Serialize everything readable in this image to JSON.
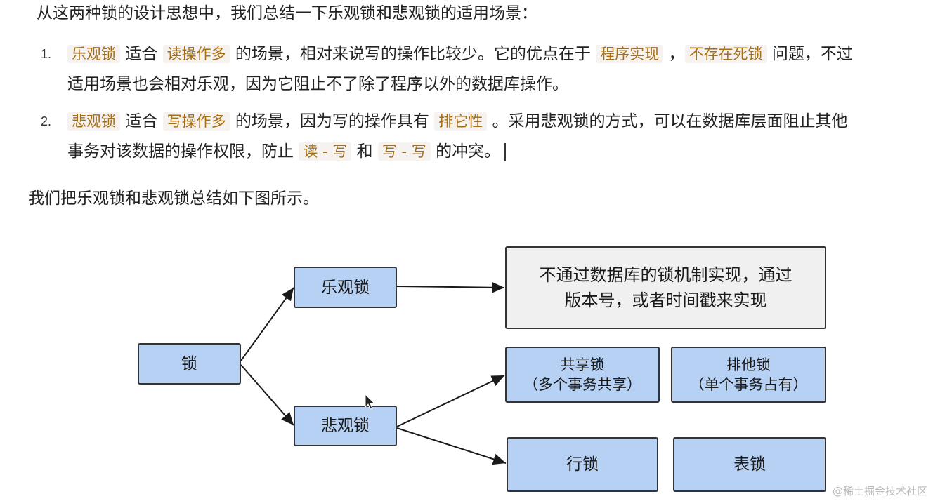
{
  "intro": "从这两种锁的设计思想中，我们总结一下乐观锁和悲观锁的适用场景：",
  "list": [
    {
      "number": "1.",
      "line1": {
        "hl_a": "乐观锁",
        "t1": " 适合 ",
        "hl_b": "读操作多",
        "t2": " 的场景，相对来说写的操作比较少。它的优点在于 ",
        "hl_c": "程序实现",
        "t3": " ，",
        "hl_d": "不存在死锁",
        "t4": " 问题，不过"
      },
      "line2": "适用场景也会相对乐观，因为它阻止不了除了程序以外的数据库操作。"
    },
    {
      "number": "2.",
      "line1": {
        "hl_a": "悲观锁",
        "t1": " 适合 ",
        "hl_b": "写操作多",
        "t2": " 的场景，因为写的操作具有 ",
        "hl_c": "排它性",
        "t3": " 。采用悲观锁的方式，可以在数据库层面阻止其他"
      },
      "line2": {
        "t1": "事务对该数据的操作权限，防止 ",
        "hl_a": "读 - 写",
        "t2": " 和 ",
        "hl_b": "写 - 写",
        "t3": " 的冲突。"
      }
    }
  ],
  "summary": "我们把乐观锁和悲观锁总结如下图所示。",
  "diagram": {
    "root": "锁",
    "optimistic": "乐观锁",
    "optimistic_desc_line1": "不通过数据库的锁机制实现，通过",
    "optimistic_desc_line2": "版本号，或者时间戳来实现",
    "pessimistic": "悲观锁",
    "shared_line1": "共享锁",
    "shared_line2": "（多个事务共享）",
    "exclusive_line1": "排他锁",
    "exclusive_line2": "（单个事务占有）",
    "row_lock": "行锁",
    "table_lock": "表锁"
  },
  "watermark": "@稀土掘金技术社区",
  "colors": {
    "highlight_text": "#a66f15",
    "highlight_bg": "#f5f2ef",
    "box_blue": "#b7d1f5",
    "box_grey": "#f0f0f0"
  }
}
